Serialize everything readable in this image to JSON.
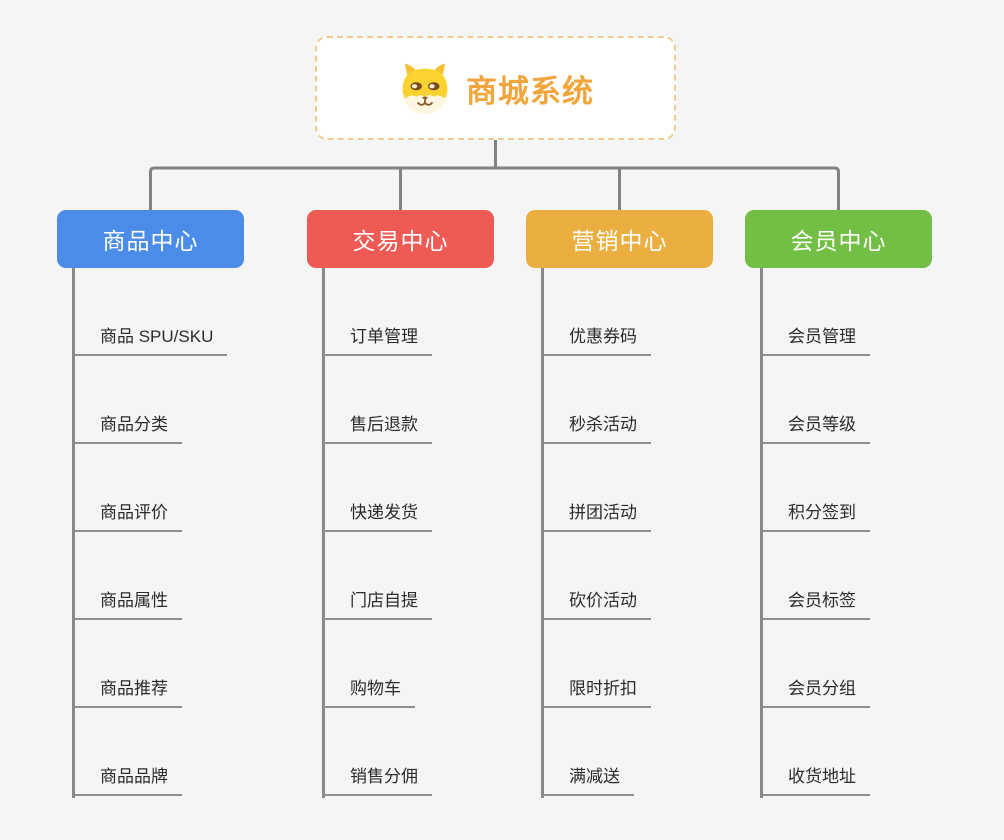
{
  "root": {
    "title": "商城系统",
    "icon": "doge-icon"
  },
  "branches": [
    {
      "label": "商品中心",
      "color": "#4a8ce8",
      "children": [
        "商品 SPU/SKU",
        "商品分类",
        "商品评价",
        "商品属性",
        "商品推荐",
        "商品品牌"
      ]
    },
    {
      "label": "交易中心",
      "color": "#ee5b55",
      "children": [
        "订单管理",
        "售后退款",
        "快递发货",
        "门店自提",
        "购物车",
        "销售分佣"
      ]
    },
    {
      "label": "营销中心",
      "color": "#ebae41",
      "children": [
        "优惠券码",
        "秒杀活动",
        "拼团活动",
        "砍价活动",
        "限时折扣",
        "满减送"
      ]
    },
    {
      "label": "会员中心",
      "color": "#73bf45",
      "children": [
        "会员管理",
        "会员等级",
        "积分签到",
        "会员标签",
        "会员分组",
        "收货地址"
      ]
    }
  ],
  "colors": {
    "background": "#f5f5f6",
    "root_text": "#f0a63c",
    "root_border": "#f2cb8c",
    "connector": "#828282",
    "leaf_underline": "#8f8f8f",
    "leaf_text": "#2b2b2b"
  }
}
